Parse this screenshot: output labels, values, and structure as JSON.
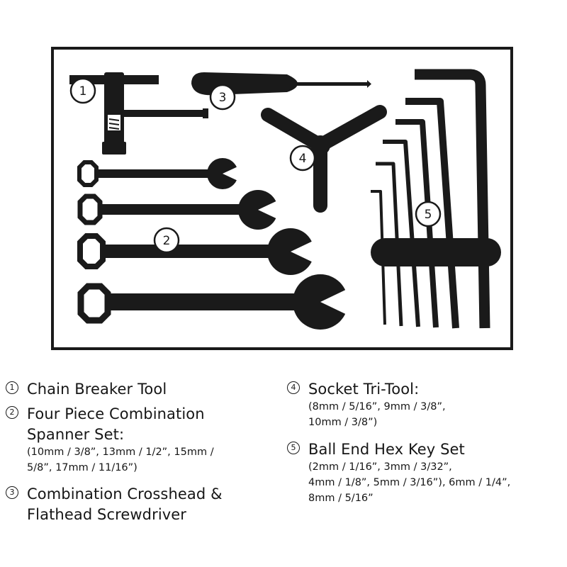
{
  "colors": {
    "tool": "#1a1a1a",
    "background": "#ffffff"
  },
  "markers": [
    "1",
    "2",
    "3",
    "4",
    "5"
  ],
  "legend": [
    {
      "number": "1",
      "title_lines": [
        "Chain Breaker Tool"
      ],
      "detail_lines": []
    },
    {
      "number": "2",
      "title_lines": [
        "Four Piece Combination",
        "Spanner Set:"
      ],
      "detail_lines": [
        "(10mm / 3/8”, 13mm / 1/2”, 15mm /",
        "5/8”, 17mm / 11/16”)"
      ]
    },
    {
      "number": "3",
      "title_lines": [
        "Combination Crosshead &",
        "Flathead Screwdriver"
      ],
      "detail_lines": []
    },
    {
      "number": "4",
      "title_lines": [
        "Socket Tri-Tool:"
      ],
      "detail_lines": [
        "(8mm / 5/16”, 9mm / 3/8”,",
        "10mm / 3/8”)"
      ]
    },
    {
      "number": "5",
      "title_lines": [
        "Ball End Hex Key Set"
      ],
      "detail_lines": [
        "(2mm / 1/16”, 3mm / 3/32”,",
        "4mm / 1/8”, 5mm / 3/16”), 6mm / 1/4”,",
        "8mm / 5/16”"
      ]
    }
  ]
}
